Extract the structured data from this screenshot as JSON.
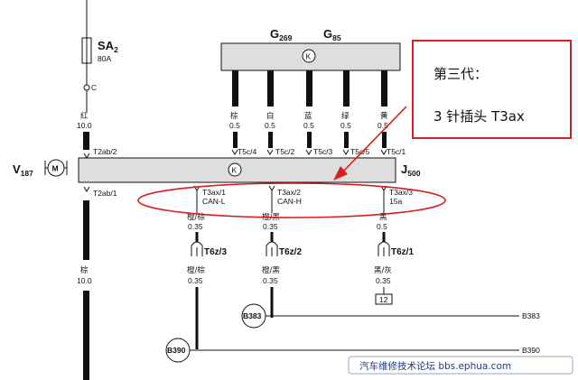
{
  "components": {
    "fuse": {
      "name": "SA",
      "sub": "2",
      "rating": "80A"
    },
    "sensor_a": {
      "name": "G",
      "sub": "269"
    },
    "sensor_b": {
      "name": "G",
      "sub": "85"
    },
    "motor": {
      "name": "V",
      "sub": "187"
    },
    "control_unit": {
      "name": "J",
      "sub": "500"
    },
    "k_symbol": "K",
    "motor_symbol": "M"
  },
  "left_branch": {
    "node_c": "C",
    "wire_top_color": "红",
    "wire_top_size": "10.0",
    "pin_top": "T2ab/2",
    "pin_bottom": "T2ab/1",
    "wire_bottom_color": "棕",
    "wire_bottom_size": "10.0"
  },
  "sensor_wires": [
    {
      "color": "棕",
      "size": "0.5",
      "pin": "T5c/4"
    },
    {
      "color": "白",
      "size": "0.5",
      "pin": "T5c/2"
    },
    {
      "color": "蓝",
      "size": "0.5",
      "pin": "T5c/3"
    },
    {
      "color": "绿",
      "size": "0.5",
      "pin": "T5c/5"
    },
    {
      "color": "黄",
      "size": "0.5",
      "pin": "T5c/1"
    }
  ],
  "t3ax_pins": [
    {
      "pin": "T3ax/1",
      "signal": "CAN-L",
      "color1": "橙/棕",
      "size1": "0.35",
      "connector": "T6z/3",
      "color2": "橙/棕",
      "size2": "0.35"
    },
    {
      "pin": "T3ax/2",
      "signal": "CAN-H",
      "color1": "橙/黑",
      "size1": "0.35",
      "connector": "T6z/2",
      "color2": "橙/黑",
      "size2": "0.35"
    },
    {
      "pin": "T3ax/3",
      "signal": "15a",
      "color1": "黑",
      "size1": "0.5",
      "connector": "T6z/1",
      "color2": "黑/灰",
      "size2": "0.35",
      "box": "12"
    }
  ],
  "buses": [
    {
      "label": "B383",
      "end_label": "B383"
    },
    {
      "label": "B390",
      "end_label": "B390"
    }
  ],
  "callout": {
    "line1": "第三代：",
    "line2": "3 针插头 T3ax"
  },
  "watermark": "汽车维修技术论坛 bbs.ephua.com",
  "colors": {
    "callout_border": "#d81e1e",
    "ellipse": "#d81e1e",
    "block_fill": "#dedede",
    "wire": "#111111"
  }
}
